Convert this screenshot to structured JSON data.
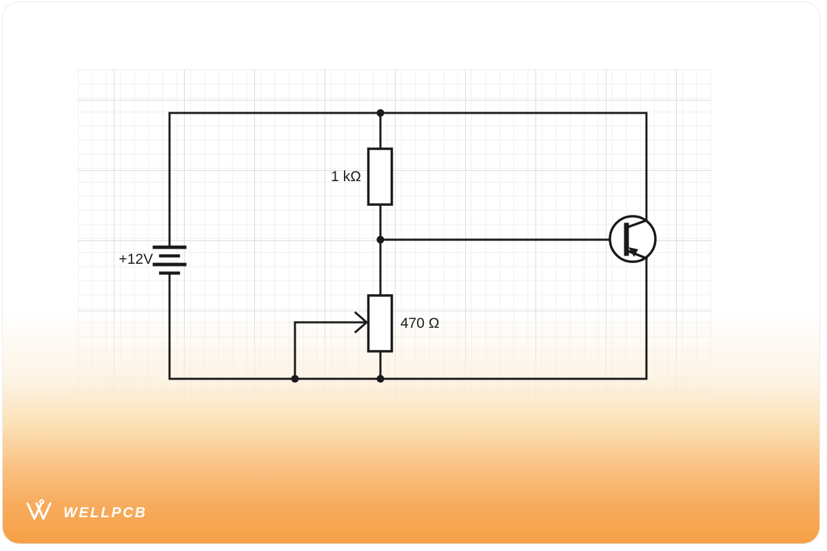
{
  "canvas": {
    "background_color": "#ffffff",
    "grid_minor_color": "#efefef",
    "grid_major_color": "#dcdcdc",
    "gradient_bottom_color": "#f6a046"
  },
  "circuit": {
    "wire_color": "#1a1a1a",
    "labels": {
      "supply_voltage": "+12V",
      "resistor_r1": "1 kΩ",
      "potentiometer": "470 Ω"
    },
    "components": {
      "battery": "dc-battery-2-cell",
      "resistor": "resistor-1k",
      "potentiometer": "potentiometer-470",
      "transistor": "pnp-transistor"
    }
  },
  "branding": {
    "logo_text": "WELLPCB",
    "logo_color": "#ffffff"
  }
}
